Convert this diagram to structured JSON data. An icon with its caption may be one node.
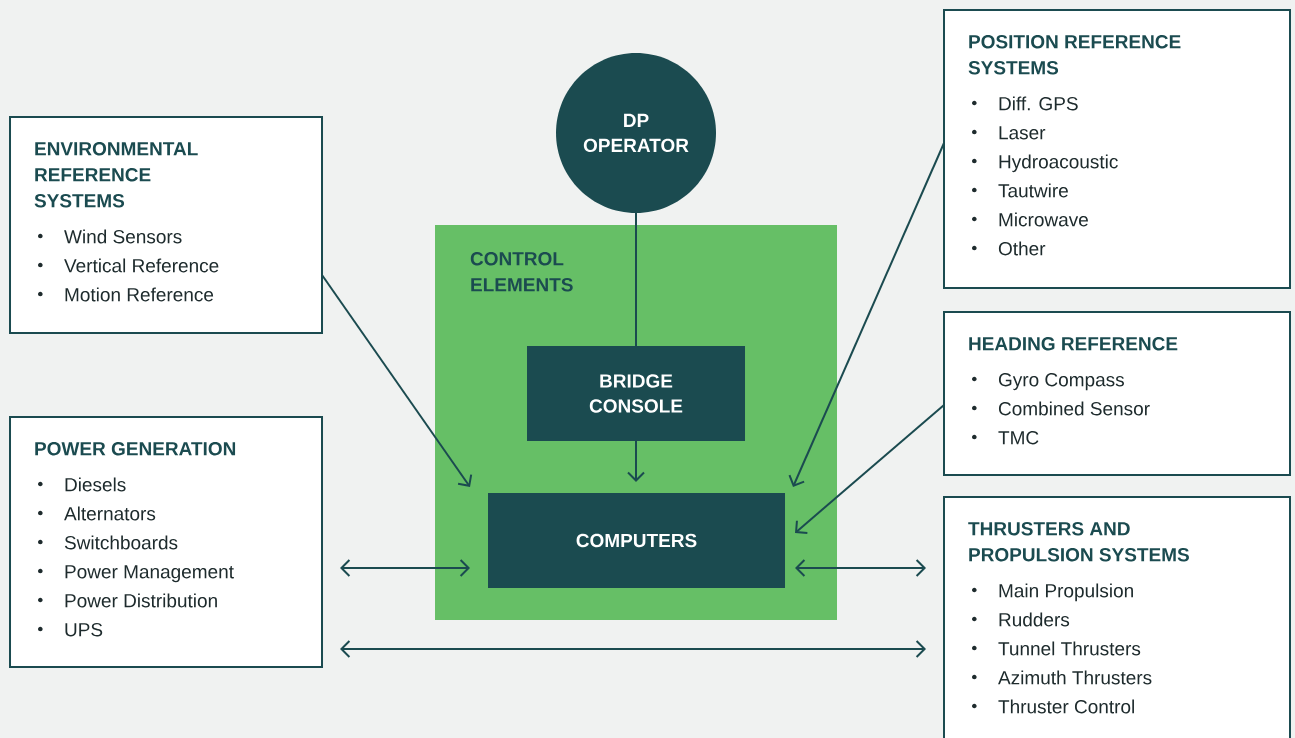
{
  "diagram": {
    "nodes": [
      {
        "text": [
          "ENVIRONMENTAL REFERENCE SYSTEMS",
          "Wind Sensors",
          "Vertical Reference",
          "Motion Reference"
        ]
      },
      {
        "text": [
          "POWER GENERATION",
          "Diesels",
          "Alternators",
          "Switchboards",
          "Power Management",
          "Power Distribution",
          "UPS"
        ]
      },
      {
        "text": [
          "DP OPERATOR"
        ]
      },
      {
        "text": [
          "CONTROL ELEMENTS"
        ]
      },
      {
        "text": [
          "BRIDGE CONSOLE"
        ],
        "in": 3
      },
      {
        "text": [
          "COMPUTERS"
        ],
        "in": 3
      },
      {
        "text": [
          "POSITION REFERENCE SYSTEMS",
          "Diff. GPS",
          "Laser",
          "Hydroacoustic",
          "Tautwire",
          "Microwave",
          "Other"
        ]
      },
      {
        "text": [
          "HEADING REFERENCE",
          "Gyro Compass",
          "Combined Sensor",
          "TMC"
        ]
      },
      {
        "text": [
          "THRUSTERS AND PROPULSION SYSTEMS",
          "Main Propulsion",
          "Rudders",
          "Tunnel Thrusters",
          "Azimuth Thrusters",
          "Thruster Control"
        ]
      }
    ],
    "edges": [
      {
        "from": 0,
        "to": 5,
        "arrow": "to"
      },
      {
        "from": 2,
        "to": 4,
        "arrow": "none"
      },
      {
        "from": 4,
        "to": 5,
        "arrow": "to"
      },
      {
        "from": 6,
        "to": 5,
        "arrow": "to"
      },
      {
        "from": 7,
        "to": 5,
        "arrow": "to"
      },
      {
        "from": 1,
        "to": 5,
        "arrow": "both"
      },
      {
        "from": 5,
        "to": 8,
        "arrow": "both"
      },
      {
        "from": 1,
        "to": 8,
        "arrow": "both"
      }
    ]
  }
}
